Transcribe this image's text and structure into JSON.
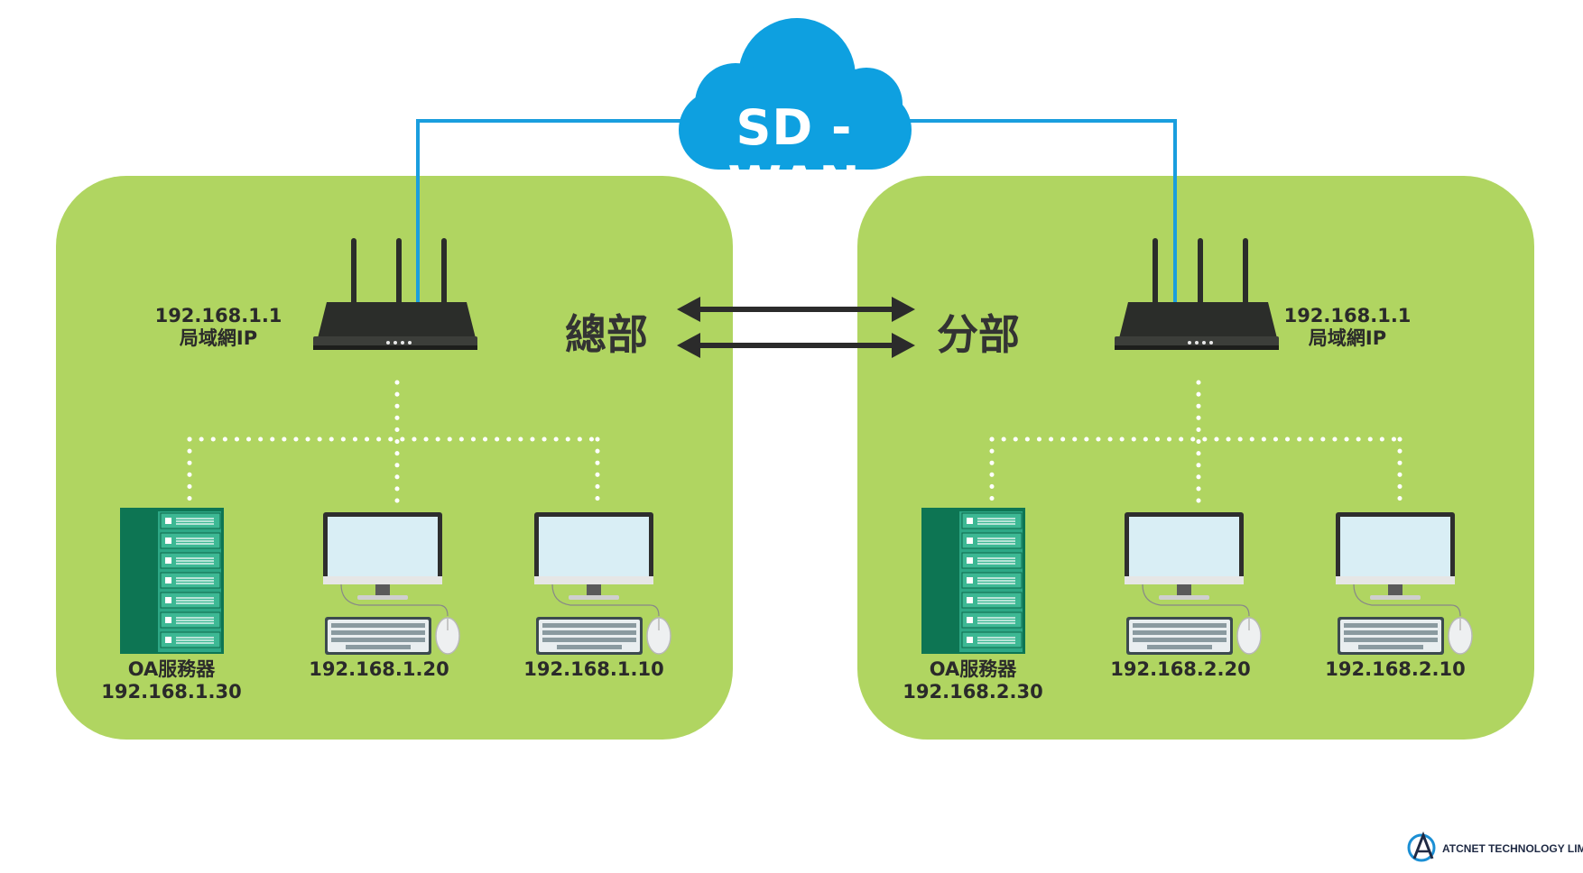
{
  "cloud": {
    "label": "SD -WAN"
  },
  "hq": {
    "title": "總部",
    "router": {
      "ip": "192.168.1.1",
      "ip_label": "局域網IP"
    },
    "devices": [
      {
        "type": "server",
        "name": "OA服務器",
        "ip": "192.168.1.30"
      },
      {
        "type": "computer",
        "ip": "192.168.1.20"
      },
      {
        "type": "computer",
        "ip": "192.168.1.10"
      }
    ]
  },
  "branch": {
    "title": "分部",
    "router": {
      "ip": "192.168.1.1",
      "ip_label": "局域網IP"
    },
    "devices": [
      {
        "type": "server",
        "name": "OA服務器",
        "ip": "192.168.2.30"
      },
      {
        "type": "computer",
        "ip": "192.168.2.20"
      },
      {
        "type": "computer",
        "ip": "192.168.2.10"
      }
    ]
  },
  "logo": {
    "text": "ATCNET TECHNOLOGY LIMITED"
  },
  "colors": {
    "site_bg": "#b0d561",
    "cloud": "#0ea0e0",
    "wan_line": "#1a9ede",
    "lan_dots": "#ffffff",
    "server_dark": "#0d7553",
    "server_light": "#2ea886",
    "router": "#2b2d2a",
    "monitor_screen": "#d9eef5",
    "arrow": "#2b2b2b"
  }
}
